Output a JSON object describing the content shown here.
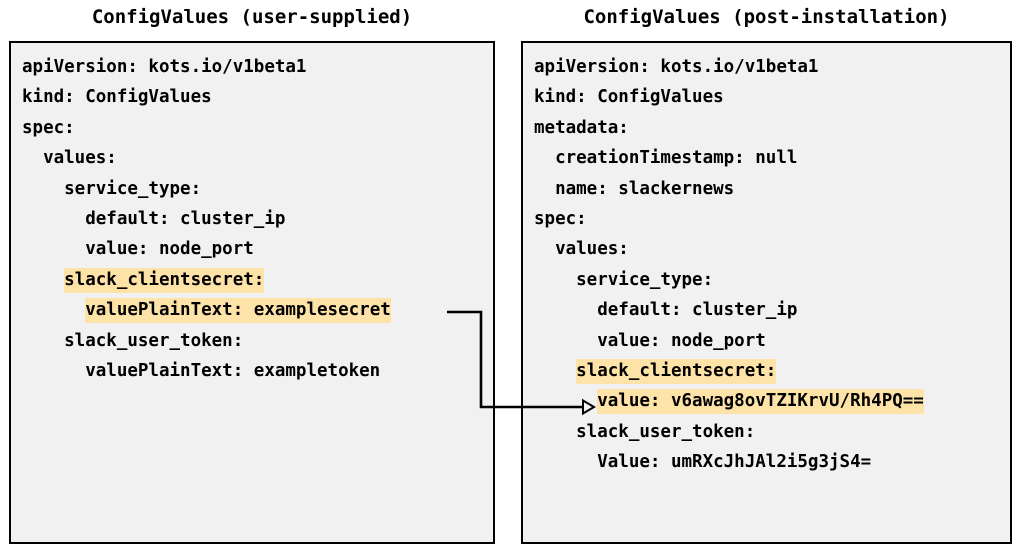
{
  "page": {
    "background": "#ffffff",
    "box_fill": "#f1f1f1",
    "box_border": "#000000",
    "highlight_color": "#fee3a8",
    "text_color": "#000000"
  },
  "left_panel": {
    "title": "ConfigValues (user-supplied)",
    "lines": [
      {
        "segments": [
          {
            "text": "apiVersion: kots.io/v1beta1",
            "highlight": false
          }
        ]
      },
      {
        "segments": [
          {
            "text": "kind: ConfigValues",
            "highlight": false
          }
        ]
      },
      {
        "segments": [
          {
            "text": "spec:",
            "highlight": false
          }
        ]
      },
      {
        "segments": [
          {
            "text": "  values:",
            "highlight": false
          }
        ]
      },
      {
        "segments": [
          {
            "text": "    service_type:",
            "highlight": false
          }
        ]
      },
      {
        "segments": [
          {
            "text": "      default: cluster_ip",
            "highlight": false
          }
        ]
      },
      {
        "segments": [
          {
            "text": "      value: node_port",
            "highlight": false
          }
        ]
      },
      {
        "segments": [
          {
            "text": "    ",
            "highlight": false
          },
          {
            "text": "slack_clientsecret:",
            "highlight": true
          }
        ]
      },
      {
        "segments": [
          {
            "text": "      ",
            "highlight": false
          },
          {
            "text": "valuePlainText: examplesecret",
            "highlight": true
          }
        ]
      },
      {
        "segments": [
          {
            "text": "    slack_user_token:",
            "highlight": false
          }
        ]
      },
      {
        "segments": [
          {
            "text": "      valuePlainText: exampletoken",
            "highlight": false
          }
        ]
      }
    ]
  },
  "right_panel": {
    "title": "ConfigValues (post-installation)",
    "lines": [
      {
        "segments": [
          {
            "text": "apiVersion: kots.io/v1beta1",
            "highlight": false
          }
        ]
      },
      {
        "segments": [
          {
            "text": "kind: ConfigValues",
            "highlight": false
          }
        ]
      },
      {
        "segments": [
          {
            "text": "metadata:",
            "highlight": false
          }
        ]
      },
      {
        "segments": [
          {
            "text": "  creationTimestamp: null",
            "highlight": false
          }
        ]
      },
      {
        "segments": [
          {
            "text": "  name: slackernews",
            "highlight": false
          }
        ]
      },
      {
        "segments": [
          {
            "text": "spec:",
            "highlight": false
          }
        ]
      },
      {
        "segments": [
          {
            "text": "  values:",
            "highlight": false
          }
        ]
      },
      {
        "segments": [
          {
            "text": "    service_type:",
            "highlight": false
          }
        ]
      },
      {
        "segments": [
          {
            "text": "      default: cluster_ip",
            "highlight": false
          }
        ]
      },
      {
        "segments": [
          {
            "text": "      value: node_port",
            "highlight": false
          }
        ]
      },
      {
        "segments": [
          {
            "text": "    ",
            "highlight": false
          },
          {
            "text": "slack_clientsecret:",
            "highlight": true
          }
        ]
      },
      {
        "segments": [
          {
            "text": "      ",
            "highlight": false
          },
          {
            "text": "value: v6awag8ovTZIKrvU/Rh4PQ==",
            "highlight": true
          }
        ]
      },
      {
        "segments": [
          {
            "text": "    slack_user_token:",
            "highlight": false
          }
        ]
      },
      {
        "segments": [
          {
            "text": "      Value: umRXcJhJAl2i5g3jS4=",
            "highlight": false
          }
        ]
      }
    ]
  },
  "connector": {
    "name": "value-mapping-arrow",
    "from_label": "valuePlainText: examplesecret",
    "to_label": "value: v6awag8ovTZIKrvU/Rh4PQ=="
  }
}
